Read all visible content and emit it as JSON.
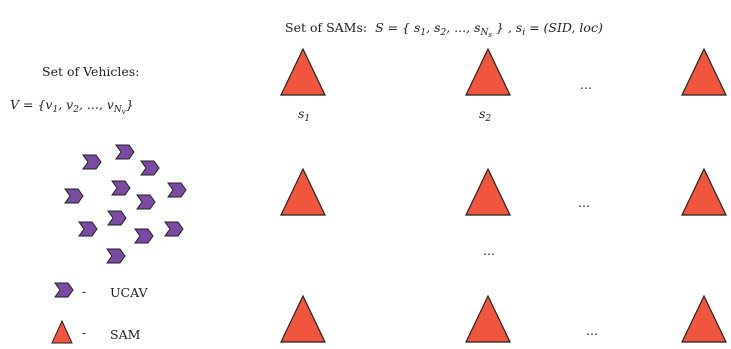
{
  "sams_header": {
    "label": "Set of SAMs:",
    "formula_lhs": "S = {",
    "formula_items": "s1, s2, ..., sNs",
    "formula_rhs": "}",
    "tuple": ", si = (SID, loc)"
  },
  "vehicles_header": {
    "label": "Set of Vehicles:",
    "formula": "V = {v1, v2, ..., vNv}"
  },
  "sam_labels": [
    "s1",
    "s2"
  ],
  "ellipsis": "...",
  "legend": [
    {
      "icon": "ucav-chevron-icon",
      "dash": "-",
      "label": "UCAV"
    },
    {
      "icon": "sam-triangle-icon",
      "dash": "-",
      "label": "SAM"
    }
  ],
  "colors": {
    "sam_fill": "#f0563d",
    "ucav_fill": "#7b4aa3",
    "outline": "#222222"
  }
}
